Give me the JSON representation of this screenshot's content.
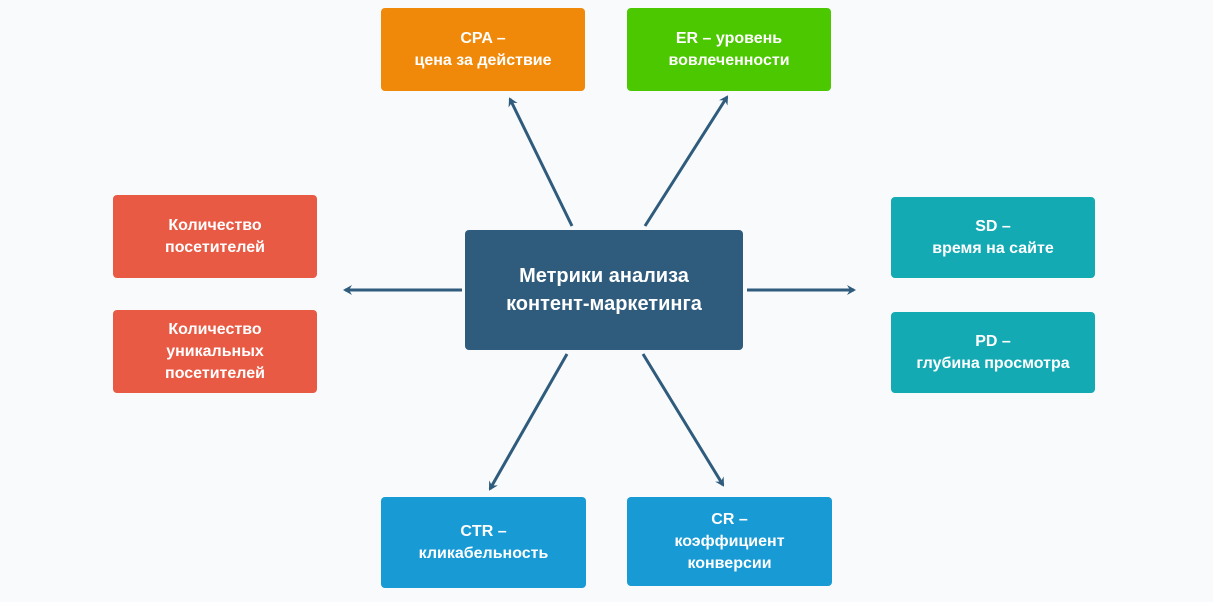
{
  "center": {
    "lines": [
      "Метрики анализа",
      "контент-маркетинга"
    ],
    "color": "#2f5b7c"
  },
  "nodes": {
    "cpa": {
      "lines": [
        "CPA –",
        "цена за действие"
      ],
      "color": "#f0890a"
    },
    "er": {
      "lines": [
        "ER – уровень",
        "вовлеченности"
      ],
      "color": "#4cc800"
    },
    "visitors": {
      "lines": [
        "Количество",
        "посетителей"
      ],
      "color": "#e85a44"
    },
    "unique_visitors": {
      "lines": [
        "Количество",
        "уникальных",
        "посетителей"
      ],
      "color": "#e85a44"
    },
    "sd": {
      "lines": [
        "SD –",
        "время на сайте"
      ],
      "color": "#14aab4"
    },
    "pd": {
      "lines": [
        "PD –",
        "глубина просмотра"
      ],
      "color": "#14aab4"
    },
    "ctr": {
      "lines": [
        "CTR –",
        "кликабельность"
      ],
      "color": "#189ad4"
    },
    "cr": {
      "lines": [
        "CR –",
        "коэффициент",
        "конверсии"
      ],
      "color": "#189ad4"
    }
  },
  "arrow_color": "#2f5b7c"
}
